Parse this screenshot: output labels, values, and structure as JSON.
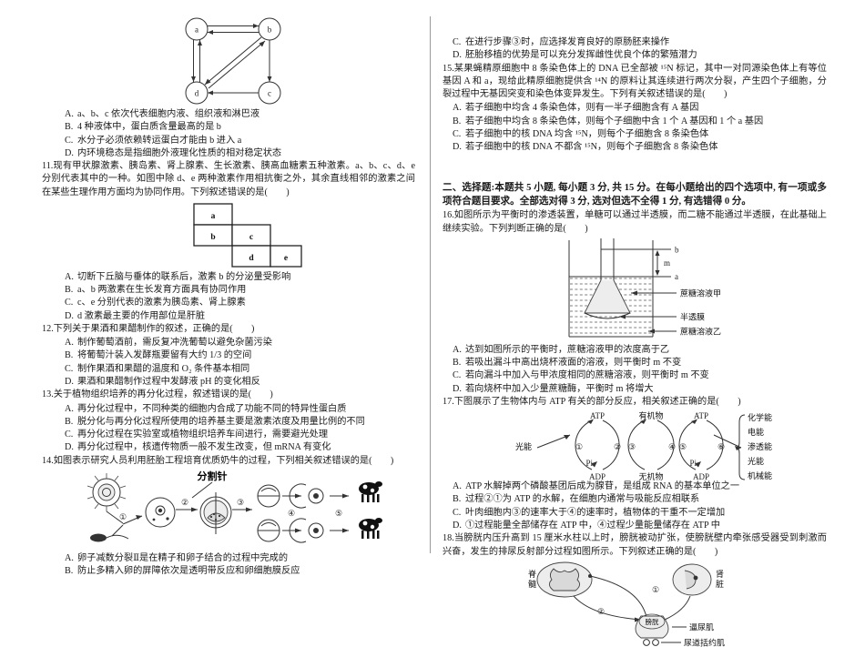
{
  "document": {
    "subject": "生物",
    "type": "高中生物试卷"
  },
  "left_column": {
    "q10": {
      "figure_nodes": [
        "a",
        "b",
        "c",
        "d"
      ],
      "options": [
        {
          "letter": "A.",
          "text": "a、b、c 依次代表细胞内液、组织液和淋巴液"
        },
        {
          "letter": "B.",
          "text": "4 种液体中，蛋白质含量最高的是 b"
        },
        {
          "letter": "C.",
          "text": "水分子必须依赖转运蛋白才能由 b 进入 a"
        },
        {
          "letter": "D.",
          "text": "内环境稳态是指细胞外液理化性质的相对稳定状态"
        }
      ]
    },
    "q11": {
      "number": "11.",
      "stem": "现有甲状腺激素、胰岛素、肾上腺素、生长激素、胰高血糖素五种激素。a、b、c、d、e 分别代表其中的一种。如图中除 d、e 两种激素作用相抗衡之外，其余直线相邻的激素之间在某些生理作用方面均为协同作用。下列叙述错误的是(　　)",
      "figure_cells": [
        "a",
        "b",
        "c",
        "d",
        "e"
      ],
      "options": [
        {
          "letter": "A.",
          "text": "切断下丘脑与垂体的联系后，激素 b 的分泌量受影响"
        },
        {
          "letter": "B.",
          "text": "a、b 两激素在生长发育方面具有协同作用"
        },
        {
          "letter": "C.",
          "text": "c、e 分别代表的激素为胰岛素、肾上腺素"
        },
        {
          "letter": "D.",
          "text": "d 激素最主要的作用部位是肝脏"
        }
      ]
    },
    "q12": {
      "number": "12.",
      "stem": "下列关于果酒和果醋制作的叙述，正确的是(　　)",
      "options": [
        {
          "letter": "A.",
          "text": "制作葡萄酒前，需反复冲洗葡萄以避免杂菌污染"
        },
        {
          "letter": "B.",
          "text": "将葡萄汁装入发酵瓶要留有大约 1/3 的空间"
        },
        {
          "letter": "C.",
          "text": "制作果酒和果醋的温度和 O₂ 条件基本相同"
        },
        {
          "letter": "D.",
          "text": "果酒和果醋制作过程中发酵液 pH 的变化相反"
        }
      ]
    },
    "q13": {
      "number": "13.",
      "stem": "关于植物组织培养的再分化过程，叙述错误的是(　　)",
      "options": [
        {
          "letter": "A.",
          "text": "再分化过程中，不同种类的细胞内合成了功能不同的特异性蛋白质"
        },
        {
          "letter": "B.",
          "text": "脱分化与再分化过程所使用的培养基主要是激素浓度及用量比例的不同"
        },
        {
          "letter": "C.",
          "text": "再分化过程在实验室或植物组织培养车间进行，需要避光处理"
        },
        {
          "letter": "D.",
          "text": "再分化过程中，核遗传物质一般不发生改变，但 mRNA 有变化"
        }
      ]
    },
    "q14": {
      "number": "14.",
      "stem": "如图表示研究人员利用胚胎工程培育优质奶牛的过程，下列相关叙述错误的是(　　)",
      "figure_title": "分割针",
      "figure_steps": [
        "①",
        "②",
        "③",
        "④",
        "⑤"
      ],
      "options": [
        {
          "letter": "A.",
          "text": "卵子减数分裂Ⅱ是在精子和卵子结合的过程中完成的"
        },
        {
          "letter": "B.",
          "text": "防止多精入卵的屏障依次是透明带反应和卵细胞膜反应"
        }
      ]
    }
  },
  "right_column": {
    "q14_cont": {
      "options": [
        {
          "letter": "C.",
          "text": "在进行步骤③时，应选择发育良好的原肠胚来操作"
        },
        {
          "letter": "D.",
          "text": "胚胎移植的优势是可以充分发挥雌性优良个体的繁殖潜力"
        }
      ]
    },
    "q15": {
      "number": "15.",
      "stem": "某果蝇精原细胞中 8 条染色体上的 DNA 已全部被 ¹⁵N 标记，其中一对同源染色体上有等位基因 A 和 a，现给此精原细胞提供含 ¹⁴N 的原料让其连续进行两次分裂，产生四个子细胞，分裂过程中无基因突变和染色体变异发生。下列有关叙述错误的是(　　)",
      "options": [
        {
          "letter": "A.",
          "text": "若子细胞中均含 4 条染色体，则有一半子细胞含有 A 基因"
        },
        {
          "letter": "B.",
          "text": "若子细胞中均含 8 条染色体，则每个子细胞中含 1 个 A 基因和 1 个 a 基因"
        },
        {
          "letter": "C.",
          "text": "若子细胞中的核 DNA 均含 ¹⁵N，则每个子细胞含 8 条染色体"
        },
        {
          "letter": "D.",
          "text": "若子细胞中的核 DNA 不都含 ¹⁵N，则每个子细胞含 8 条染色体"
        }
      ]
    },
    "section2": {
      "heading": "二、选择题:本题共 5 小题, 每小题 3 分, 共 15 分。在每小题给出的四个选项中, 有一项或多项符合题目要求。全部选对得 3 分, 选对但选不全得 1 分, 有选错得 0 分。"
    },
    "q16": {
      "number": "16.",
      "stem": "如图所示为平衡时的渗透装置，单糖可以通过半透膜，而二糖不能通过半透膜，在此基础上继续实验。下列判断正确的是(　　)",
      "figure_labels": {
        "b": "b",
        "m": "m",
        "a": "a",
        "solution_top": "蔗糖溶液甲",
        "membrane": "半透膜",
        "solution_bottom": "蔗糖溶液乙"
      },
      "options": [
        {
          "letter": "A.",
          "text": "达到如图所示的平衡时，蔗糖溶液甲的浓度高于乙"
        },
        {
          "letter": "B.",
          "text": "若吸出漏斗中高出烧杯液面的溶液，则平衡时 m 不变"
        },
        {
          "letter": "C.",
          "text": "若向漏斗中加入与甲浓度相同的蔗糖溶液，则平衡时 m 不变"
        },
        {
          "letter": "D.",
          "text": "若向烧杯中加入少量蔗糖酶，平衡时 m 将增大"
        }
      ]
    },
    "q17": {
      "number": "17.",
      "stem": "下图展示了生物体内与 ATP 有关的部分反应，相关叙述正确的是(　　)",
      "figure_labels": {
        "light": "光能",
        "atp1": "ATP",
        "organic": "有机物",
        "atp2": "ATP",
        "pi1": "Pi",
        "adp1": "ADP",
        "inorganic": "无机物",
        "pi2": "Pi",
        "adp2": "ADP",
        "steps": [
          "①",
          "②",
          "③",
          "④",
          "⑤",
          "⑥"
        ],
        "energy_list": [
          "化学能",
          "电能",
          "渗透能",
          "光能",
          "机械能"
        ]
      },
      "options": [
        {
          "letter": "A.",
          "text": "ATP 水解掉两个磷酸基团后成为腺苷，是组成 RNA 的基本单位之一"
        },
        {
          "letter": "B.",
          "text": "过程②①为 ATP 的水解，在细胞内通常与吸能反应相联系"
        },
        {
          "letter": "C.",
          "text": "叶肉细胞内③的速率大于④的速率时，植物体的干重不一定增加"
        },
        {
          "letter": "D.",
          "text": "①过程能量全部储存在 ATP 中，④过程少量能量储存在 ATP 中"
        }
      ]
    },
    "q18": {
      "number": "18.",
      "stem": "当膀胱内压升高到 15 厘米水柱以上时，膀胱被动扩张，使膀胱壁内牵张感受器受到刺激而兴奋，发生的排尿反射部分过程如图所示。下列叙述正确的是(　　)",
      "figure_labels": {
        "spinal": "脊髓",
        "kidney": "肾脏",
        "bladder": "膀胱",
        "detrusor": "逼尿肌",
        "sphincter": "尿道括约肌",
        "steps": [
          "①",
          "②"
        ]
      }
    }
  }
}
